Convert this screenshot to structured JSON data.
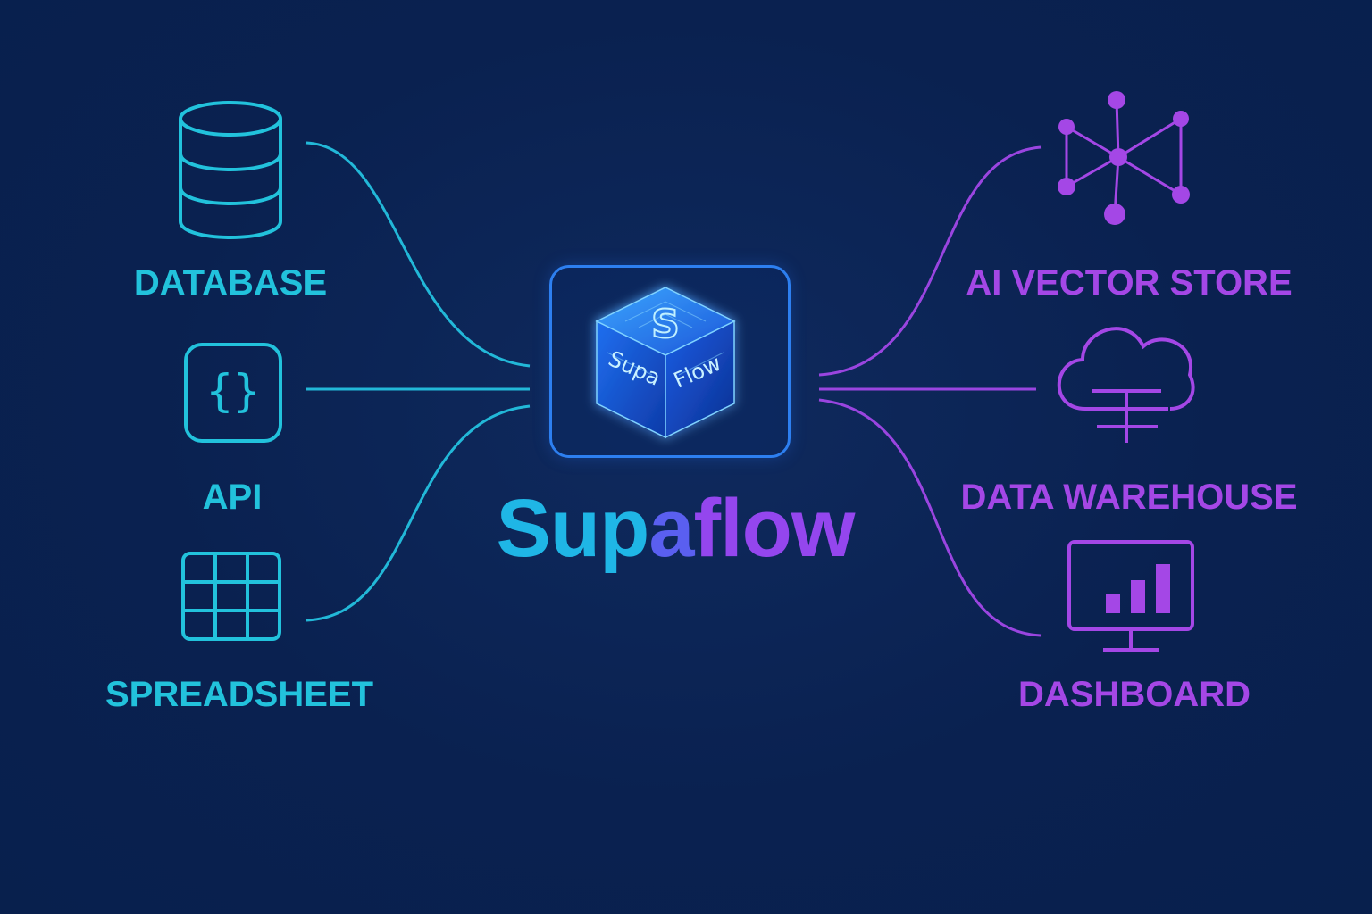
{
  "brand": {
    "part1": "Sup",
    "part2": "a",
    "part3": "flow",
    "cube_text_left": "Supa",
    "cube_text_right": "Flow",
    "cube_letter": "S"
  },
  "sources": [
    {
      "label": "DATABASE",
      "icon": "database-icon"
    },
    {
      "label": "API",
      "icon": "curly-braces-icon"
    },
    {
      "label": "SPREADSHEET",
      "icon": "spreadsheet-grid-icon"
    }
  ],
  "destinations": [
    {
      "label": "AI VECTOR STORE",
      "icon": "network-graph-icon"
    },
    {
      "label": "DATA WAREHOUSE",
      "icon": "cloud-storage-icon"
    },
    {
      "label": "DASHBOARD",
      "icon": "monitor-bar-chart-icon"
    }
  ],
  "colors": {
    "background": "#0a2150",
    "source_accent": "#22c2dc",
    "destination_accent": "#a447e6",
    "hub_border": "#2d7ff0"
  }
}
